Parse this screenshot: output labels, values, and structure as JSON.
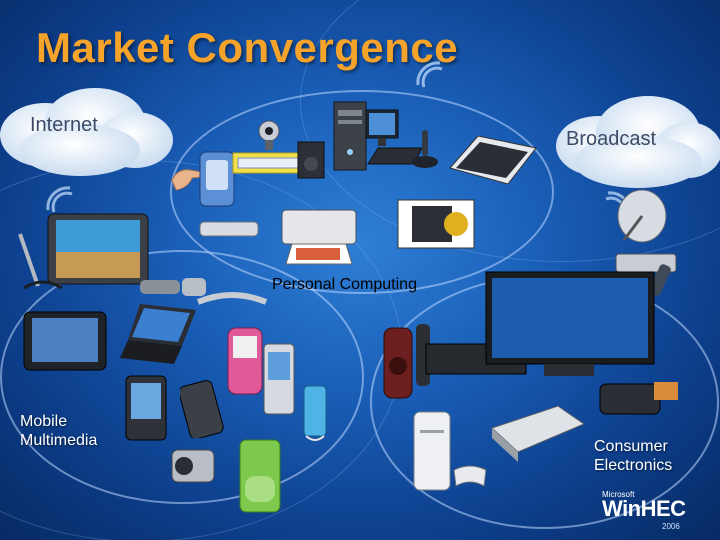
{
  "slide": {
    "title": "Market Convergence",
    "colors": {
      "title": "#f5a32a",
      "background": "#1a5fb8",
      "cloud_text": "#3d4a66"
    }
  },
  "labels": {
    "internet": "Internet",
    "broadcast": "Broadcast",
    "personal_computing": "Personal Computing",
    "mobile_multimedia": [
      "Mobile",
      "Multimedia"
    ],
    "consumer_electronics": [
      "Consumer",
      "Electronics"
    ]
  },
  "logo": {
    "brand": "Microsoft",
    "name": "WinHEC",
    "year": "2006"
  },
  "devices": {
    "internet_zone": [
      "modem",
      "router",
      "webcam",
      "desktop-tower",
      "keyboard",
      "joystick",
      "scanner",
      "printer",
      "optical-drive",
      "usb-hub",
      "hand-pointer"
    ],
    "broadcast_zone": [
      "satellite-dish",
      "set-top-receiver",
      "remote-control"
    ],
    "mobile_zone": [
      "tablet-pc",
      "stylus",
      "headset",
      "media-player",
      "laptop",
      "pda",
      "smartphones",
      "mp3-player",
      "camcorder",
      "network-adapter"
    ],
    "ce_zone": [
      "media-center-tv",
      "dvd-player",
      "speakers",
      "remote-control",
      "game-console",
      "gamepad",
      "media-receiver",
      "video-camera"
    ]
  }
}
